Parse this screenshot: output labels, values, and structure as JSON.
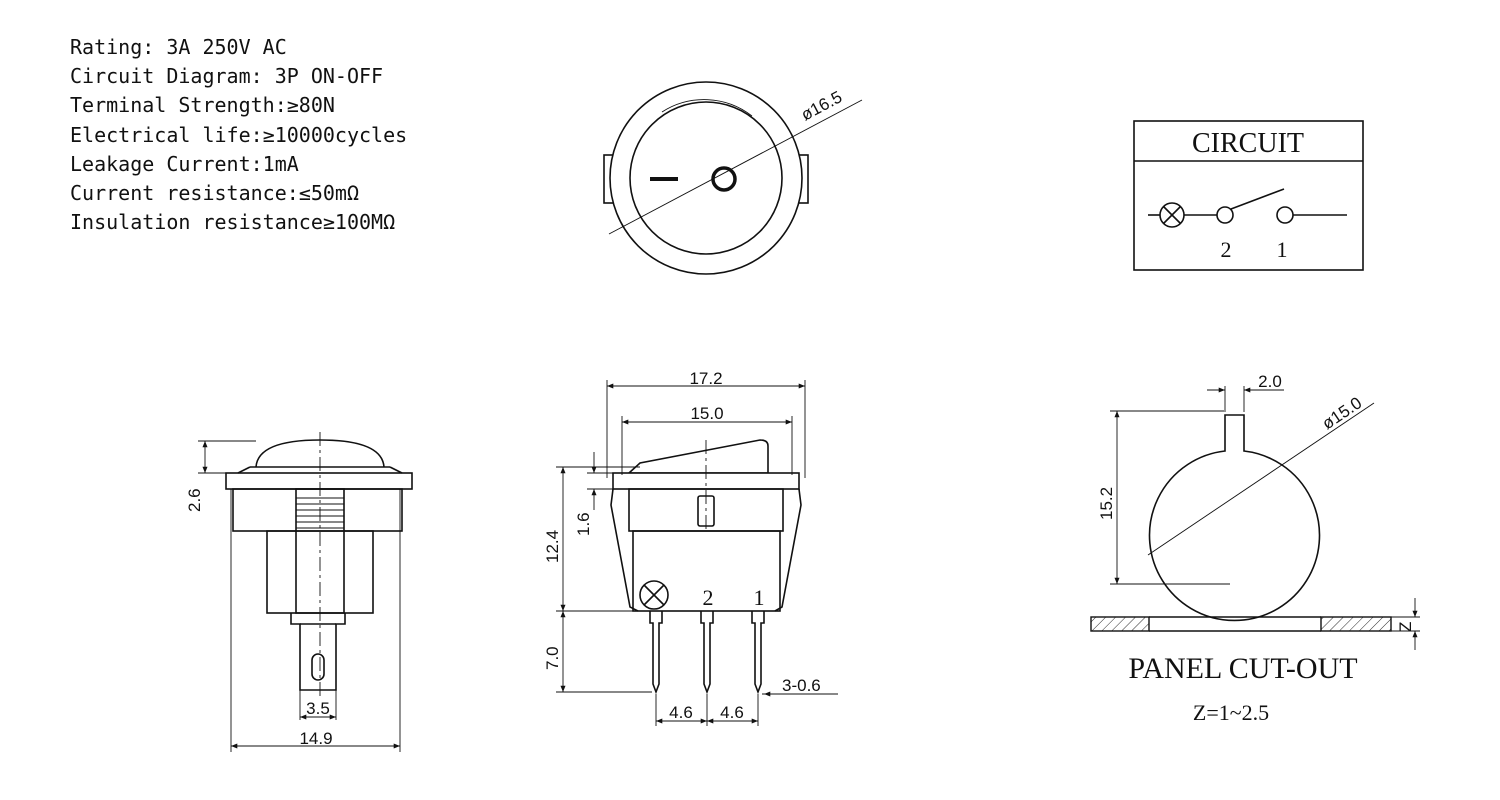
{
  "specs": [
    "Rating: 3A 250V AC",
    "Circuit Diagram: 3P ON-OFF",
    "Terminal Strength:≥80N",
    "Electrical life:≥10000cycles",
    "Leakage Current:1mA",
    "Current resistance:≤50mΩ",
    "Insulation resistance≥100MΩ"
  ],
  "front_view": {
    "diameter": "ø16.5",
    "off_symbol": "O",
    "on_symbol": "—"
  },
  "circuit": {
    "title": "CIRCUIT",
    "terminal_2": "2",
    "terminal_1": "1"
  },
  "side_view": {
    "dim_height": "2.6",
    "dim_terminal_width": "3.5",
    "dim_total_width": "14.9"
  },
  "main_view": {
    "dim_outer_width": "17.2",
    "dim_inner_width": "15.0",
    "dim_flange": "1.6",
    "dim_body_height": "12.4",
    "dim_terminal_length": "7.0",
    "dim_pitch_1": "4.6",
    "dim_pitch_2": "4.6",
    "dim_terminal_size": "3-0.6",
    "terminal_2": "2",
    "terminal_1": "1"
  },
  "cutout": {
    "dim_key": "2.0",
    "dim_diameter": "ø15.0",
    "dim_height": "15.2",
    "dim_thickness": "Z",
    "title": "PANEL CUT-OUT",
    "z_range": "Z=1~2.5"
  }
}
